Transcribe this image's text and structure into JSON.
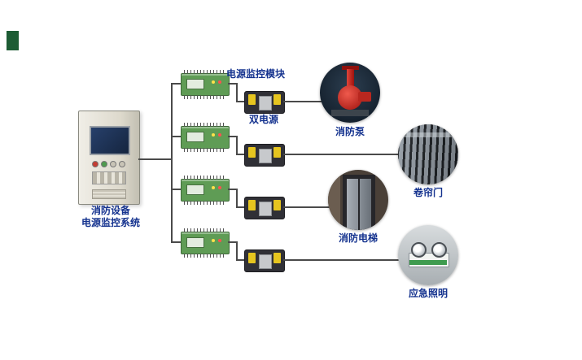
{
  "diagram": {
    "system_label_line1": "消防设备",
    "system_label_line2": "电源监控系统",
    "module_label": "电源监控模块",
    "dual_power_label": "双电源",
    "equipment": [
      {
        "name": "消防泵"
      },
      {
        "name": "卷帘门"
      },
      {
        "name": "消防电梯"
      },
      {
        "name": "应急照明"
      }
    ],
    "colors": {
      "label_blue": "#15338f",
      "wire": "#4a4a4a",
      "module_green": "#5f9c55",
      "ats_yellow": "#e6c51f",
      "logo_green": "#1d5c34"
    }
  }
}
